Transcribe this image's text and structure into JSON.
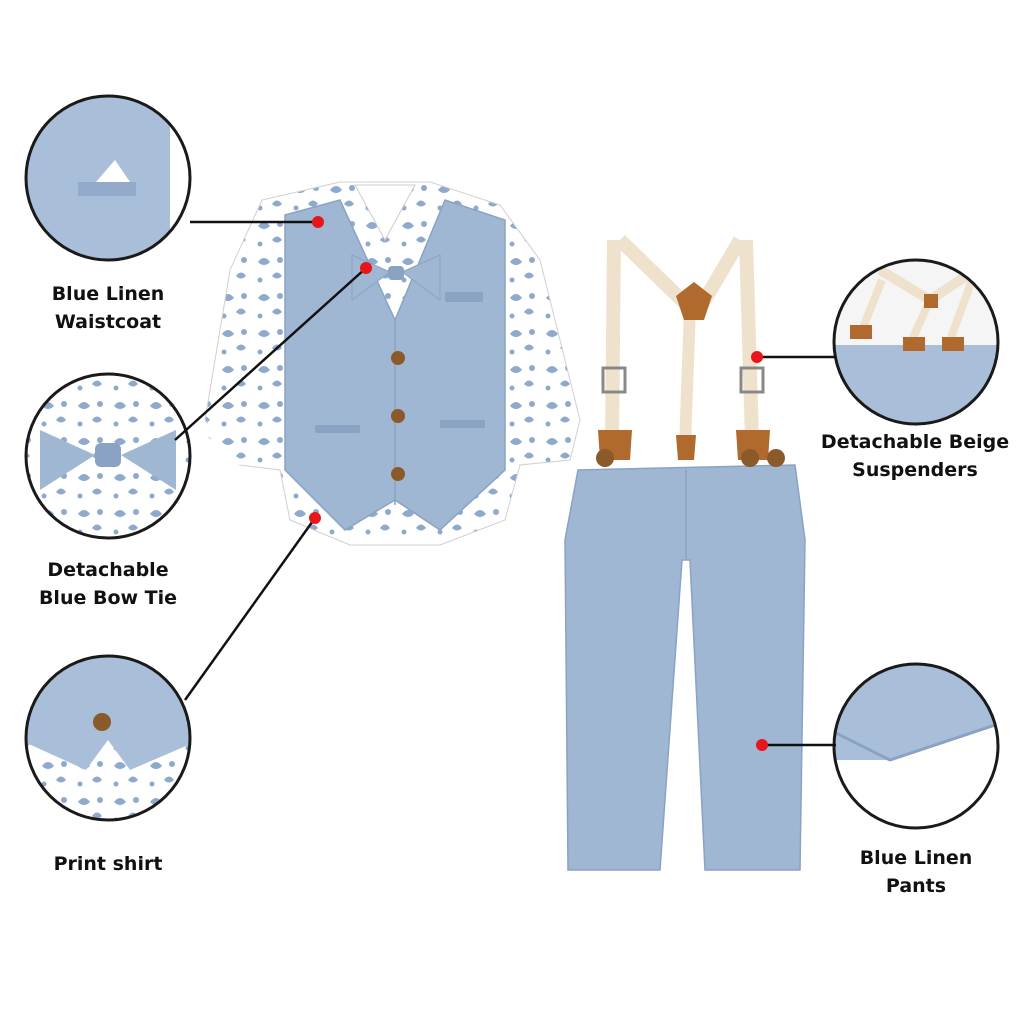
{
  "callouts": {
    "waistcoat": {
      "line1": "Blue Linen",
      "line2": "Waistcoat"
    },
    "bowtie": {
      "line1": "Detachable",
      "line2": "Blue Bow Tie"
    },
    "shirt": {
      "line1": "Print shirt"
    },
    "suspenders": {
      "line1": "Detachable Beige",
      "line2": "Suspenders"
    },
    "pants": {
      "line1": "Blue Linen",
      "line2": "Pants"
    }
  },
  "colors": {
    "fabric_blue": "#9fb7d3",
    "fabric_blue_dark": "#8aa3c2",
    "print_blue": "#8ea9cc",
    "suspender_beige": "#efe2cc",
    "leather_brown": "#b06a2e",
    "marker_red": "#e8161b",
    "circle_border": "#1a1a1a"
  }
}
